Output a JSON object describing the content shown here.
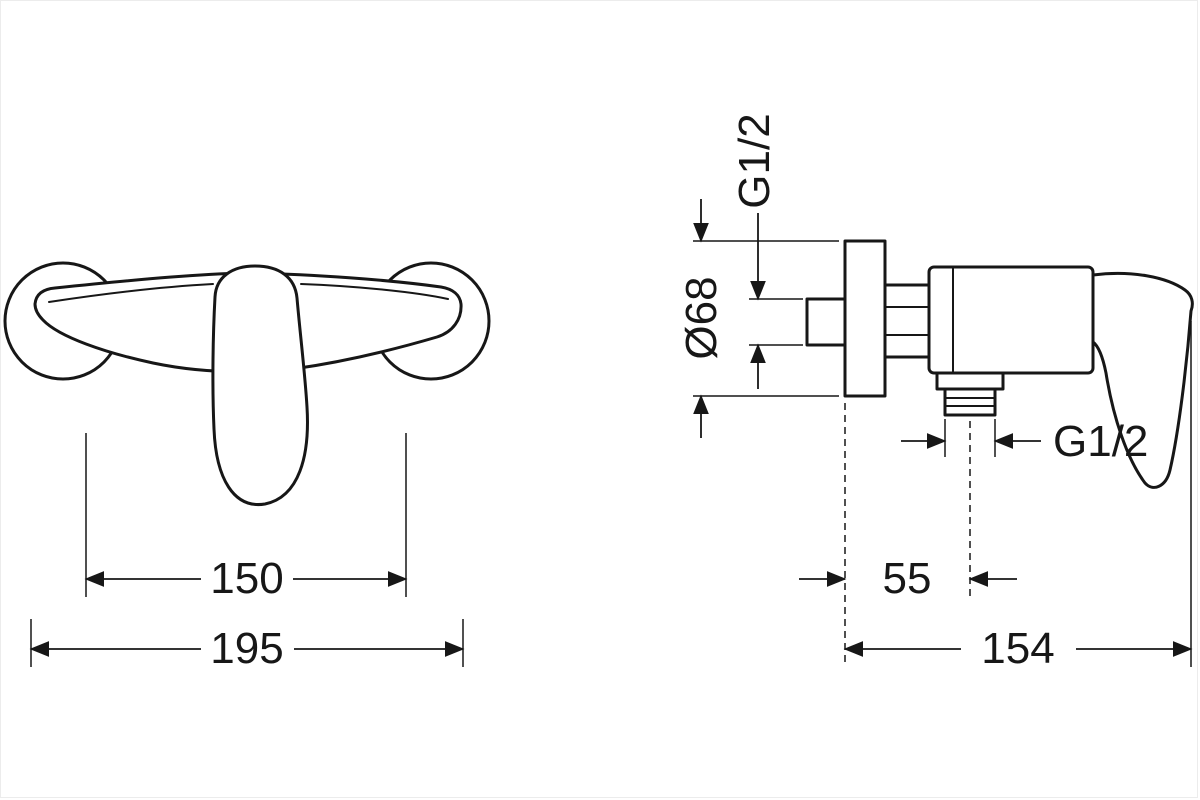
{
  "front_view": {
    "hole_spacing_label": "150",
    "overall_width_label": "195"
  },
  "side_view": {
    "inlet_thread_label": "G1/2",
    "flange_diameter_label": "Ø68",
    "outlet_thread_label": "G1/2",
    "wall_to_outlet_label": "55",
    "overall_depth_label": "154"
  },
  "colors": {
    "line": "#171717",
    "background": "#ffffff"
  }
}
